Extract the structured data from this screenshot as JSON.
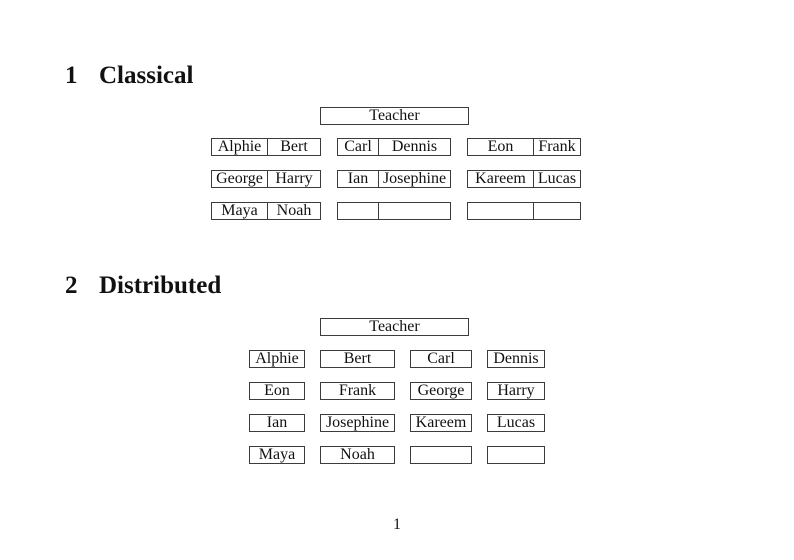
{
  "page": {
    "number": "1"
  },
  "colors": {
    "background": "#ffffff",
    "text": "#111111",
    "border": "#3c3c3c"
  },
  "sections": [
    {
      "heading_number": "1",
      "heading_title": "Classical",
      "teacher_label": "Teacher",
      "rows": [
        [
          [
            "Alphie",
            "Bert"
          ],
          [
            "Carl",
            "Dennis"
          ],
          [
            "Eon",
            "Frank"
          ]
        ],
        [
          [
            "George",
            "Harry"
          ],
          [
            "Ian",
            "Josephine"
          ],
          [
            "Kareem",
            "Lucas"
          ]
        ],
        [
          [
            "Maya",
            "Noah"
          ],
          [
            "",
            ""
          ],
          [
            "",
            ""
          ]
        ]
      ]
    },
    {
      "heading_number": "2",
      "heading_title": "Distributed",
      "teacher_label": "Teacher",
      "rows": [
        [
          "Alphie",
          "Bert",
          "Carl",
          "Dennis"
        ],
        [
          "Eon",
          "Frank",
          "George",
          "Harry"
        ],
        [
          "Ian",
          "Josephine",
          "Kareem",
          "Lucas"
        ],
        [
          "Maya",
          "Noah",
          "",
          ""
        ]
      ]
    }
  ]
}
